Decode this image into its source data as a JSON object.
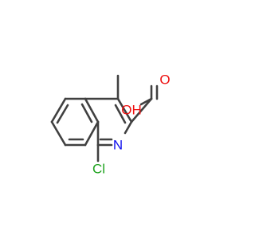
{
  "molecule": {
    "atom_labels": {
      "nitrogen": "N",
      "chlorine": "Cl",
      "carbonyl_oxygen": "O",
      "hydroxyl": "OH"
    },
    "colors": {
      "bond": "#404040",
      "nitrogen": "#1010ee",
      "chlorine": "#1fa31f",
      "oxygen": "#ee1010"
    }
  }
}
